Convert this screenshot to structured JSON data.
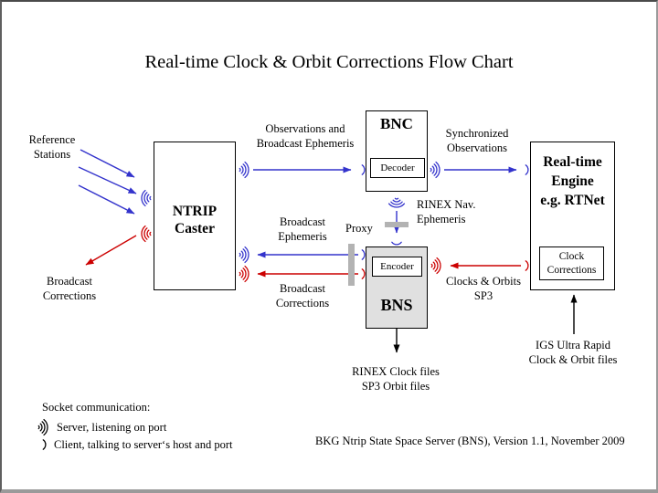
{
  "title": "Real-time Clock & Orbit Corrections Flow Chart",
  "boxes": {
    "ntrip_caster": {
      "label": "NTRIP\nCaster"
    },
    "bnc": {
      "label": "BNC",
      "decoder_label": "Decoder"
    },
    "bns": {
      "label": "BNS",
      "encoder_label": "Encoder"
    },
    "engine": {
      "label": "Real-time\nEngine\ne.g. RTNet",
      "clock_corrections_label": "Clock\nCorrections"
    }
  },
  "labels": {
    "reference_stations": "Reference\nStations",
    "broadcast_corrections_left": "Broadcast\nCorrections",
    "observations_broadcast_ephemeris": "Observations and\nBroadcast Ephemeris",
    "synchronized_observations": "Synchronized\nObservations",
    "broadcast_ephemeris_mid": "Broadcast\nEphemeris",
    "proxy": "Proxy",
    "rinex_nav_ephemeris": "RINEX Nav.\nEphemeris",
    "broadcast_corrections_mid": "Broadcast\nCorrections",
    "clocks_orbits_sp3": "Clocks & Orbits\nSP3",
    "rinex_clock_sp3_files": "RINEX Clock files\nSP3 Orbit files",
    "igs_ultra_rapid": "IGS Ultra Rapid\nClock & Orbit files"
  },
  "legend": {
    "heading": "Socket communication:",
    "server_icon": ",)))",
    "server_text": "Server, listening on port",
    "client_icon": ")",
    "client_text": "Client, talking to server‘s host and port"
  },
  "footer": "BKG Ntrip State Space Server  (BNS), Version 1.1, November 2009",
  "colors": {
    "blue": "#3333cc",
    "red": "#cc0000",
    "black": "#000000",
    "gray_bar": "#b3b3b3",
    "bns_fill": "#e0e0e0"
  }
}
